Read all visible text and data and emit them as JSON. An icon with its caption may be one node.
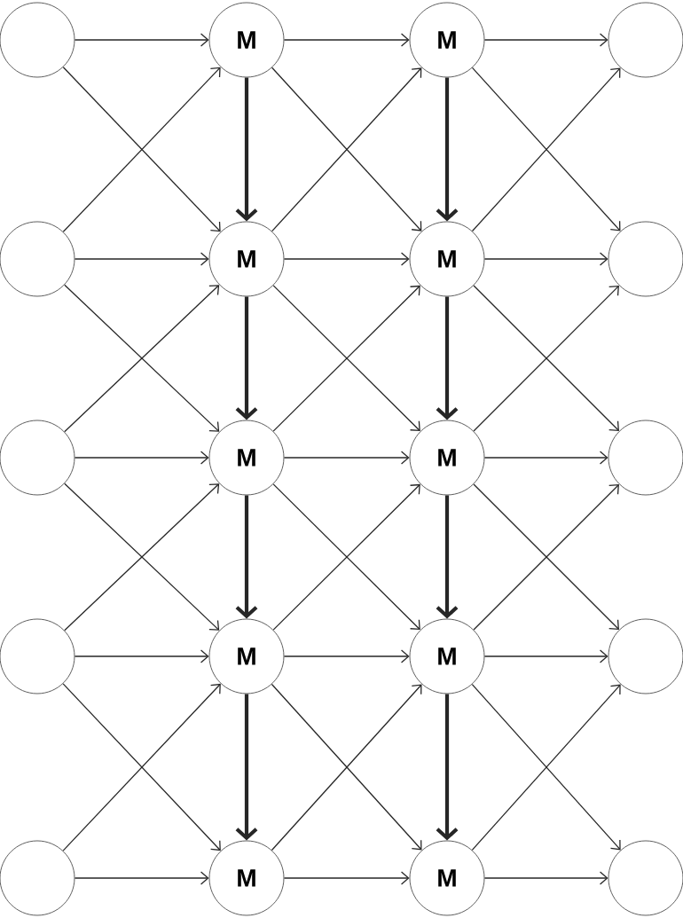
{
  "diagram": {
    "nodes": [
      {
        "text": [],
        "shape": "circle"
      },
      {
        "text": [
          "M"
        ]
      },
      {
        "text": [
          "M"
        ]
      },
      {
        "text": [],
        "shape": "circle"
      },
      {
        "text": [],
        "shape": "circle"
      },
      {
        "text": [
          "M"
        ]
      },
      {
        "text": [
          "M"
        ]
      },
      {
        "text": [],
        "shape": "circle"
      },
      {
        "text": [],
        "shape": "circle"
      },
      {
        "text": [
          "M"
        ]
      },
      {
        "text": [
          "M"
        ]
      },
      {
        "text": [],
        "shape": "circle"
      },
      {
        "text": [],
        "shape": "circle"
      },
      {
        "text": [
          "M"
        ]
      },
      {
        "text": [
          "M"
        ]
      },
      {
        "text": [],
        "shape": "circle"
      },
      {
        "text": [],
        "shape": "circle"
      },
      {
        "text": [
          "M"
        ]
      },
      {
        "text": [
          "M"
        ]
      },
      {
        "text": [],
        "shape": "circle"
      }
    ],
    "edges": [
      {
        "from": 0,
        "to": 1,
        "arrow": "to"
      },
      {
        "from": 0,
        "to": 5,
        "arrow": "to"
      },
      {
        "from": 1,
        "to": 2,
        "arrow": "to"
      },
      {
        "from": 1,
        "to": 6,
        "arrow": "to"
      },
      {
        "from": 1,
        "to": 5,
        "arrow": "to",
        "style": "thick"
      },
      {
        "from": 2,
        "to": 3,
        "arrow": "to"
      },
      {
        "from": 2,
        "to": 7,
        "arrow": "to"
      },
      {
        "from": 2,
        "to": 6,
        "arrow": "to",
        "style": "thick"
      },
      {
        "from": 4,
        "to": 5,
        "arrow": "to"
      },
      {
        "from": 4,
        "to": 1,
        "arrow": "to"
      },
      {
        "from": 4,
        "to": 9,
        "arrow": "to"
      },
      {
        "from": 5,
        "to": 6,
        "arrow": "to"
      },
      {
        "from": 5,
        "to": 2,
        "arrow": "to"
      },
      {
        "from": 5,
        "to": 10,
        "arrow": "to"
      },
      {
        "from": 5,
        "to": 9,
        "arrow": "to",
        "style": "thick"
      },
      {
        "from": 6,
        "to": 7,
        "arrow": "to"
      },
      {
        "from": 6,
        "to": 3,
        "arrow": "to"
      },
      {
        "from": 6,
        "to": 11,
        "arrow": "to"
      },
      {
        "from": 6,
        "to": 10,
        "arrow": "to",
        "style": "thick"
      },
      {
        "from": 8,
        "to": 9,
        "arrow": "to"
      },
      {
        "from": 8,
        "to": 5,
        "arrow": "to"
      },
      {
        "from": 8,
        "to": 13,
        "arrow": "to"
      },
      {
        "from": 9,
        "to": 10,
        "arrow": "to"
      },
      {
        "from": 9,
        "to": 6,
        "arrow": "to"
      },
      {
        "from": 9,
        "to": 14,
        "arrow": "to"
      },
      {
        "from": 9,
        "to": 13,
        "arrow": "to",
        "style": "thick"
      },
      {
        "from": 10,
        "to": 11,
        "arrow": "to"
      },
      {
        "from": 10,
        "to": 7,
        "arrow": "to"
      },
      {
        "from": 10,
        "to": 15,
        "arrow": "to"
      },
      {
        "from": 10,
        "to": 14,
        "arrow": "to",
        "style": "thick"
      },
      {
        "from": 12,
        "to": 13,
        "arrow": "to"
      },
      {
        "from": 12,
        "to": 9,
        "arrow": "to"
      },
      {
        "from": 12,
        "to": 17,
        "arrow": "to"
      },
      {
        "from": 13,
        "to": 14,
        "arrow": "to"
      },
      {
        "from": 13,
        "to": 10,
        "arrow": "to"
      },
      {
        "from": 13,
        "to": 18,
        "arrow": "to"
      },
      {
        "from": 13,
        "to": 17,
        "arrow": "to",
        "style": "thick"
      },
      {
        "from": 14,
        "to": 15,
        "arrow": "to"
      },
      {
        "from": 14,
        "to": 11,
        "arrow": "to"
      },
      {
        "from": 14,
        "to": 19,
        "arrow": "to"
      },
      {
        "from": 14,
        "to": 18,
        "arrow": "to",
        "style": "thick"
      },
      {
        "from": 16,
        "to": 17,
        "arrow": "to"
      },
      {
        "from": 16,
        "to": 13,
        "arrow": "to"
      },
      {
        "from": 17,
        "to": 18,
        "arrow": "to"
      },
      {
        "from": 17,
        "to": 14,
        "arrow": "to"
      },
      {
        "from": 18,
        "to": 19,
        "arrow": "to"
      },
      {
        "from": 18,
        "to": 15,
        "arrow": "to"
      }
    ]
  }
}
